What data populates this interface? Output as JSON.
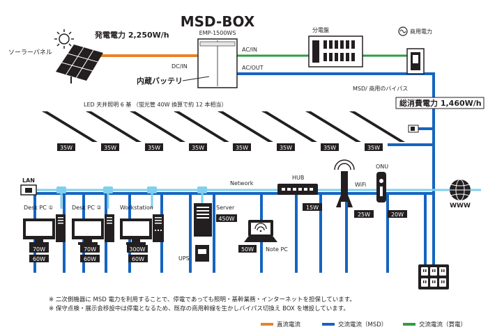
{
  "msd_box": {
    "title": "MSD-BOX",
    "model": "EMP-1500WS",
    "battery_label": "内蔵バッテリ",
    "dc_in": "DC/IN",
    "ac_in": "AC/IN",
    "ac_out": "AC/OUT"
  },
  "solar": {
    "label": "ソーラーパネル",
    "generation": "発電電力 2,250W/h"
  },
  "distribution": {
    "panel_label": "分電盤",
    "commercial_label": "商用電力",
    "bypass_label": "MSD/ 商用のバイパス"
  },
  "total_consumption": "総消費電力 1,460W/h",
  "lighting": {
    "caption": "LED 天井照明 6 基 （蛍光管 40W 換算で約 12 本相当）",
    "loads": [
      "35W",
      "35W",
      "35W",
      "35W",
      "35W",
      "35W",
      "35W",
      "35W"
    ]
  },
  "network": {
    "lan_label": "LAN",
    "network_label": "Network",
    "hub_label": "HUB",
    "hub_load": "15W",
    "wifi_label": "WiFi",
    "wifi_load": "25W",
    "onu_label": "ONU",
    "onu_load": "20W",
    "www_label": "WWW"
  },
  "devices": {
    "desk_pc_1": {
      "label": "Desk PC ①",
      "load_a": "70W",
      "load_b": "60W"
    },
    "desk_pc_2": {
      "label": "Desk PC ②",
      "load_a": "70W",
      "load_b": "60W"
    },
    "workstation": {
      "label": "Workstation",
      "load_a": "300W",
      "load_b": "60W"
    },
    "server": {
      "label": "Server",
      "load": "450W"
    },
    "ups": {
      "label": "UPS"
    },
    "note_pc": {
      "label": "Note PC",
      "load": "50W"
    }
  },
  "notes": [
    "※ 二次側機器に MSD 電力を利用することで、停電であっても照明・基幹業務・インターネットを担保しています。",
    "※ 保守点検・展示会移設中は停電となるため、既存の商用幹線を生かしバイパス切換え BOX を増設しています。"
  ],
  "legend": [
    {
      "label": "直流電流",
      "color": "#e8822a"
    },
    {
      "label": "交流電流（MSD）",
      "color": "#1565c0"
    },
    {
      "label": "交流電流（買電）",
      "color": "#2e9e44"
    }
  ],
  "colors": {
    "dc": "#e8822a",
    "ac_msd": "#1565c0",
    "ac_grid": "#2e9e44",
    "network": "#7fd0ee",
    "dark": "#231f20"
  }
}
